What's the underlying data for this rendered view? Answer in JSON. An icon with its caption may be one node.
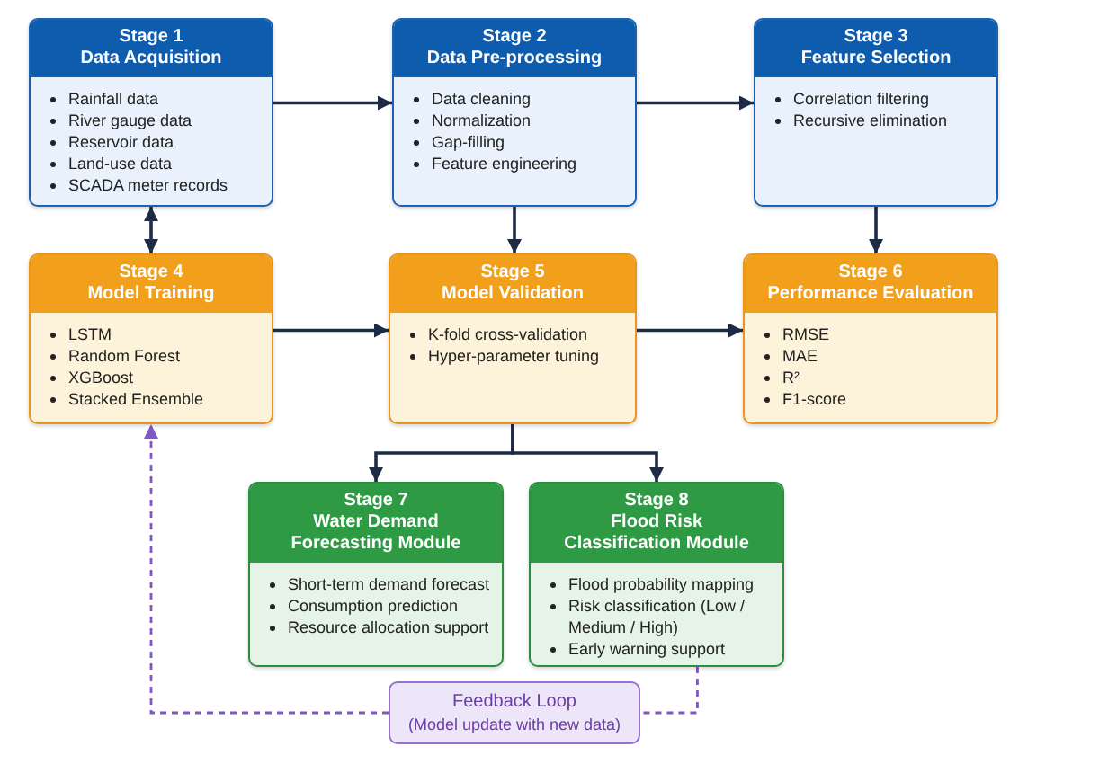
{
  "diagram": {
    "nodes": [
      {
        "text": [
          "Stage 1",
          "Data Acquisition",
          "Rainfall data",
          "River gauge data",
          "Reservoir data",
          "Land-use data",
          "SCADA meter records"
        ]
      },
      {
        "text": [
          "Stage 2",
          "Data Pre-processing",
          "Data cleaning",
          "Normalization",
          "Gap-filling",
          "Feature engineering"
        ]
      },
      {
        "text": [
          "Stage 3",
          "Feature Selection",
          "Correlation filtering",
          "Recursive elimination"
        ]
      },
      {
        "text": [
          "Stage 4",
          "Model Training",
          "LSTM",
          "Random Forest",
          "XGBoost",
          "Stacked Ensemble"
        ]
      },
      {
        "text": [
          "Stage 5",
          "Model Validation",
          "K-fold cross-validation",
          "Hyper-parameter tuning"
        ]
      },
      {
        "text": [
          "Stage 6",
          "Performance Evaluation",
          "RMSE",
          "MAE",
          "R²",
          "F1-score"
        ]
      },
      {
        "text": [
          "Stage 7",
          "Water Demand Forecasting Module",
          "Short-term demand forecast",
          "Consumption prediction",
          "Resource allocation support"
        ]
      },
      {
        "text": [
          "Stage 8",
          "Flood Risk Classification Module",
          "Flood probability mapping",
          "Risk classification (Low / Medium / High)",
          "Early warning support"
        ]
      },
      {
        "text": [
          "Feedback Loop",
          "(Model update with new data)"
        ]
      }
    ],
    "edges": [
      {
        "from": 0,
        "to": 1,
        "arrow": "to"
      },
      {
        "from": 1,
        "to": 2,
        "arrow": "to"
      },
      {
        "from": 0,
        "to": 3,
        "arrow": "both"
      },
      {
        "from": 1,
        "to": 4,
        "arrow": "to"
      },
      {
        "from": 2,
        "to": 5,
        "arrow": "to"
      },
      {
        "from": 3,
        "to": 4,
        "arrow": "to"
      },
      {
        "from": 4,
        "to": 5,
        "arrow": "to"
      },
      {
        "from": 4,
        "to": 6,
        "arrow": "to"
      },
      {
        "from": 4,
        "to": 7,
        "arrow": "to"
      },
      {
        "from": 7,
        "to": 8,
        "arrow": "none",
        "style": "dashed",
        "color": "#7e57c2"
      },
      {
        "from": 8,
        "to": 3,
        "arrow": "to",
        "style": "dashed",
        "color": "#7e57c2"
      }
    ]
  }
}
